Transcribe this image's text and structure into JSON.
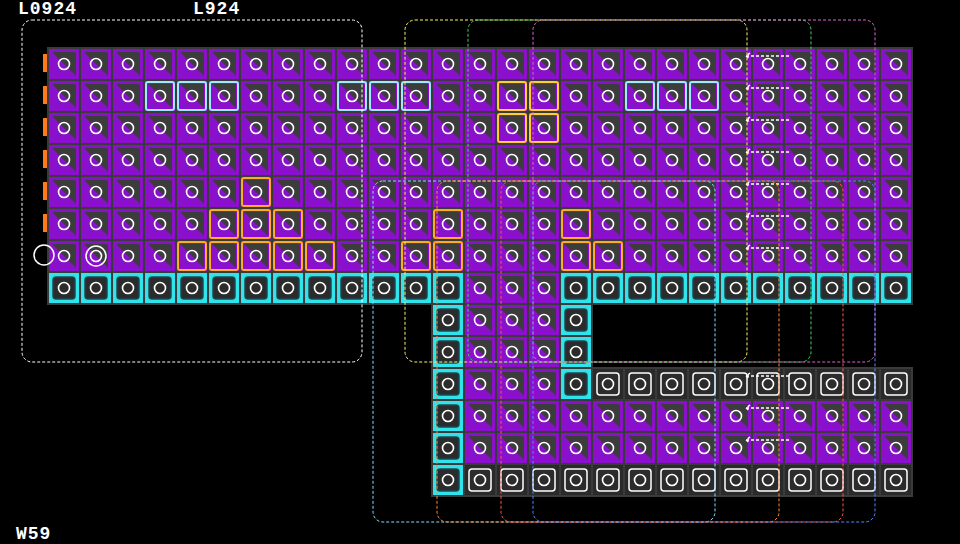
{
  "diagram": {
    "labels": [
      "L0924",
      "L924",
      "W59"
    ]
  }
}
